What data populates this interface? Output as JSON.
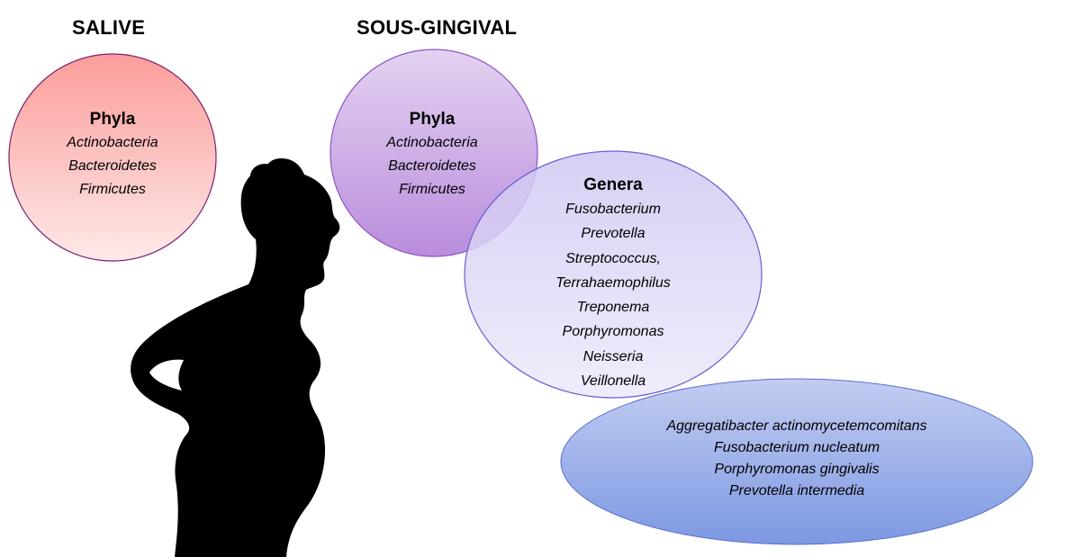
{
  "headings": {
    "salive": "SALIVE",
    "sous_gingival": "SOUS-GINGIVAL"
  },
  "salive_circle": {
    "title": "Phyla",
    "items": [
      "Actinobacteria",
      "Bacteroidetes",
      "Firmicutes"
    ],
    "color": "#fbb3b0"
  },
  "subgingival_phyla": {
    "title": "Phyla",
    "items": [
      "Actinobacteria",
      "Bacteroidetes",
      "Firmicutes"
    ],
    "color": "#c9a6e3"
  },
  "subgingival_genera": {
    "title": "Genera",
    "items": [
      "Fusobacterium",
      "Prevotella",
      "Streptococcus,",
      "Terrahaemophilus",
      "Treponema",
      "Porphyromonas",
      "Neisseria",
      "Veillonella"
    ],
    "color": "#b9b8ee"
  },
  "subgingival_species": {
    "items": [
      "Aggregatibacter actinomycetemcomitans",
      "Fusobacterium nucleatum",
      "Porphyromonas gingivalis",
      "Prevotella intermedia"
    ],
    "color": "#9fb3ea"
  },
  "silhouette": {
    "color": "#000000"
  }
}
